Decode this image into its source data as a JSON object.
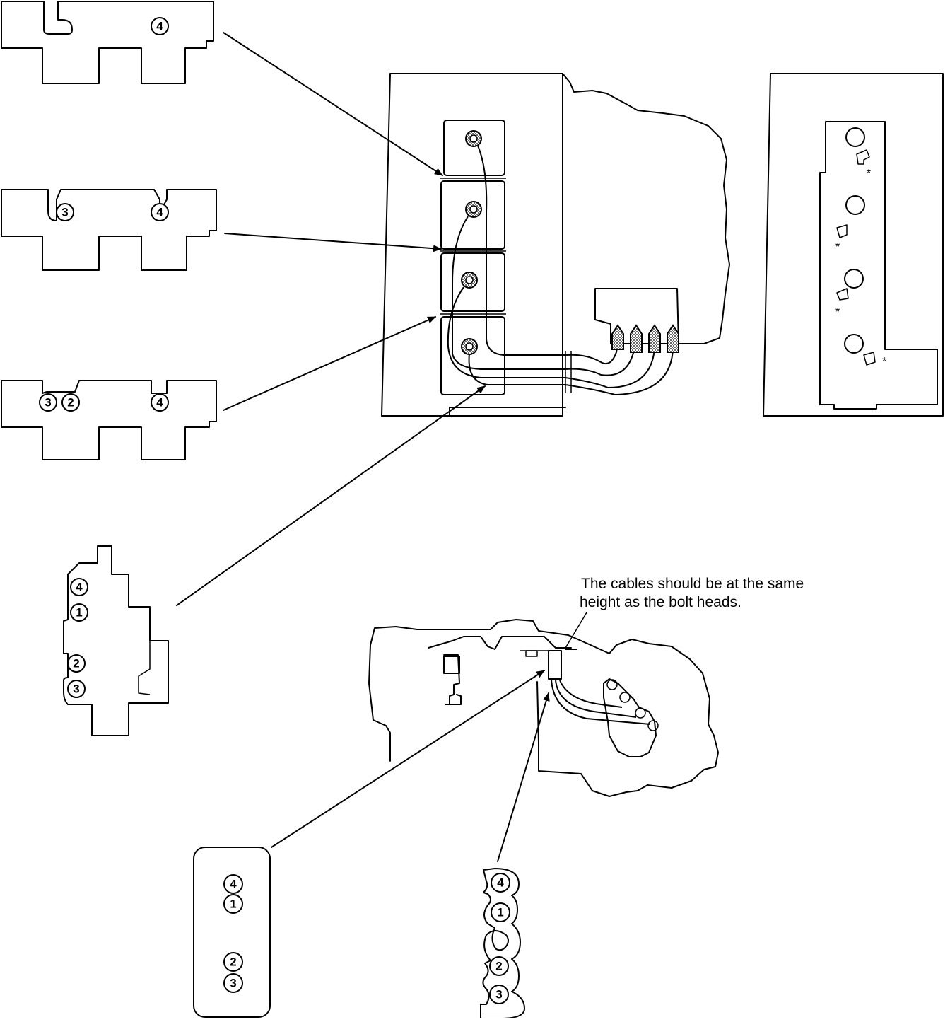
{
  "note": {
    "line1": "The cables should be at the same",
    "line2": "height as the bolt heads."
  },
  "clip_a": {
    "labels": [
      "4"
    ]
  },
  "clip_b": {
    "labels": [
      "3",
      "4"
    ]
  },
  "clip_c": {
    "labels": [
      "3",
      "2",
      "4"
    ]
  },
  "side_clip": {
    "labels": [
      "4",
      "1",
      "2",
      "3"
    ]
  },
  "bottom_clip_box": {
    "labels": [
      "4",
      "1",
      "2",
      "3"
    ]
  },
  "comb_clip": {
    "labels": [
      "4",
      "1",
      "2",
      "3"
    ]
  },
  "star_marks": [
    "*",
    "*",
    "*",
    "*"
  ]
}
